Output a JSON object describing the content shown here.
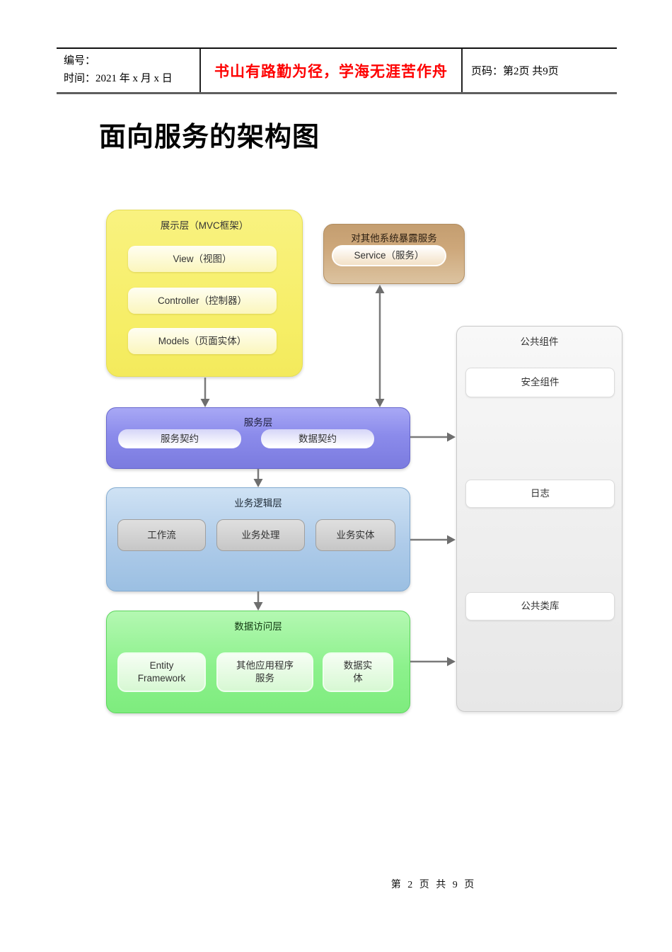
{
  "header": {
    "number_label": "编号：",
    "date_label": "时间：2021 年 x 月 x 日",
    "motto": "书山有路勤为径，学海无涯苦作舟",
    "page_label": "页码：第2页 共9页"
  },
  "title": "面向服务的架构图",
  "diagram": {
    "presentation": {
      "title": "展示层（MVC框架）",
      "items": [
        "View（视图）",
        "Controller（控制器）",
        "Models（页面实体）"
      ]
    },
    "exposed": {
      "title": "对其他系统暴露服务",
      "items": [
        "Service（服务）"
      ]
    },
    "service": {
      "title": "服务层",
      "items": [
        "服务契约",
        "数据契约"
      ]
    },
    "business": {
      "title": "业务逻辑层",
      "items": [
        "工作流",
        "业务处理",
        "业务实体"
      ]
    },
    "data_access": {
      "title": "数据访问层",
      "items": [
        "Entity Framework",
        "其他应用程序服务",
        "数据实体"
      ]
    },
    "common": {
      "title": "公共组件",
      "items": [
        "安全组件",
        "日志",
        "公共类库"
      ]
    }
  },
  "footer": {
    "page_info": "第 2 页 共 9 页"
  },
  "colors": {
    "presentation_yellow": "#f6ee66",
    "exposed_tan": "#cda77a",
    "service_purple": "#8b8beb",
    "business_blue": "#aecbe9",
    "data_access_green": "#8cf18c",
    "common_gray": "#efefef",
    "inner_gray": "#d2d2d2",
    "motto_red": "#fe0000",
    "arrow": "#777777"
  }
}
